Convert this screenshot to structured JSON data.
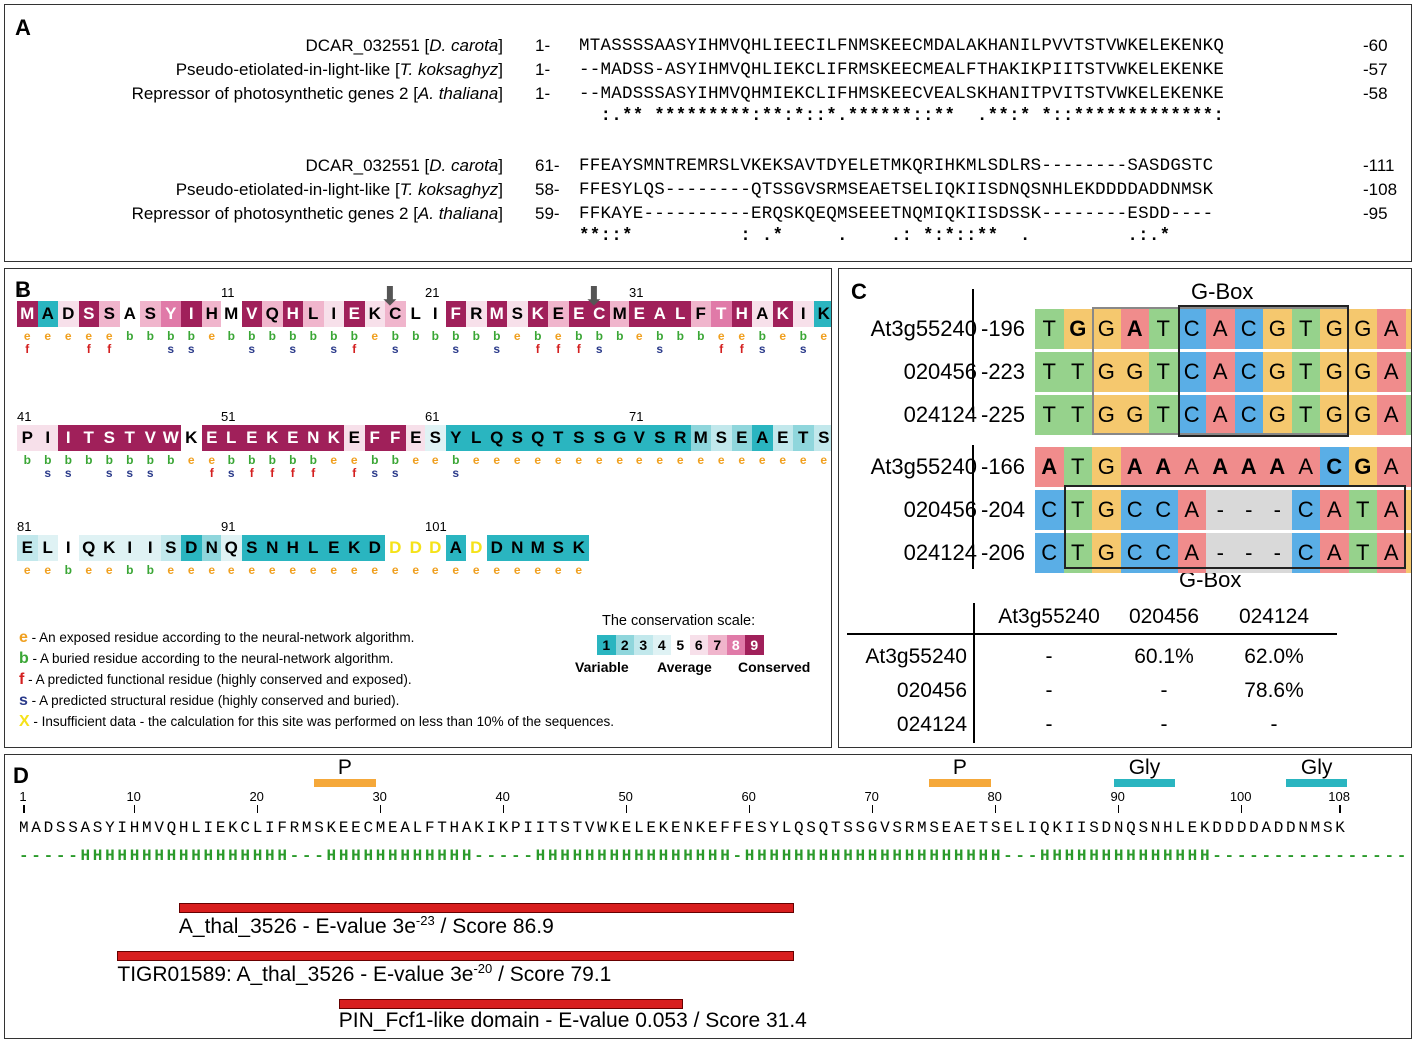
{
  "panelA": {
    "label": "A",
    "blocks": [
      {
        "rows": [
          {
            "name_pre": "DCAR_032551 [",
            "name_it": "D. carota",
            "name_post": "]",
            "start": "1-",
            "seq": "MTASSSSAASYIHMVQHLIEECILFNMSKEECMDALAKHANILPVVTSTVWKELEKENKQ",
            "end": "-60"
          },
          {
            "name_pre": "Pseudo-etiolated-in-light-like  [",
            "name_it": "T. koksaghyz",
            "name_post": "]",
            "start": "1-",
            "seq": "--MADSS-ASYIHMVQHLIEKCLIFRMSKEECMEALFTHAKIKPIITSTVWKELEKENKE",
            "end": "-57"
          },
          {
            "name_pre": "Repressor of photosynthetic genes 2 [",
            "name_it": "A. thaliana",
            "name_post": "]",
            "start": "1-",
            "seq": "--MADSSSASYIHMVQHMIEKCLIFHMSKEECVEALSKHANITPVITSTVWKELEKENKE",
            "end": "-58"
          }
        ],
        "cons": "  :.** *********:**:*::*.******::**  .**:* *::*************:"
      },
      {
        "rows": [
          {
            "name_pre": "DCAR_032551 [",
            "name_it": "D. carota",
            "name_post": "]",
            "start": "61-",
            "seq": "FFEAYSMNTREMRSLVKEKSAVTDYELETMKQRIHKMLSDLRS--------SASDGSTC",
            "end": "-111"
          },
          {
            "name_pre": "Pseudo-etiolated-in-light-like  [",
            "name_it": "T. koksaghyz",
            "name_post": "]",
            "start": "58-",
            "seq": "FFESYLQS--------QTSSGVSRMSEAETSELIQKIISDNQSNHLEKDDDDADDNMSK",
            "end": "-108"
          },
          {
            "name_pre": "Repressor of photosynthetic genes 2 [",
            "name_it": "A. thaliana",
            "name_post": "]",
            "start": "59-",
            "seq": "FFKAYE----------ERQSKQEQMSEEETNQMIQKIISDSSK--------ESDD----",
            "end": "-95"
          }
        ],
        "cons": "**::*          : .*     .    .: *:*::**  .         .:.*"
      }
    ]
  },
  "panelB": {
    "label": "B",
    "blocks": [
      {
        "num": "1",
        "res": "MADSSASYIH",
        "grade": [
          9,
          1,
          6,
          9,
          7,
          5,
          7,
          8,
          9,
          7
        ],
        "codes": "eeeeebbbb e",
        "sub": [
          "f",
          "",
          "",
          "f",
          "f",
          "",
          "",
          "s",
          "s",
          ""
        ]
      },
      {
        "num": "11",
        "res": "MVQHLIEKCL",
        "grade": [
          5,
          9,
          7,
          9,
          7,
          6,
          9,
          6,
          7,
          5
        ],
        "codes": "bbbbbbbebb",
        "sub": [
          "",
          "s",
          "",
          "s",
          "",
          "s",
          "f",
          "",
          "s",
          ""
        ]
      },
      {
        "num": "21",
        "res": "IFRMSKEECM",
        "grade": [
          5,
          9,
          6,
          9,
          6,
          9,
          7,
          9,
          9,
          7
        ],
        "codes": "bbbbebebbb",
        "sub": [
          "",
          "s",
          "",
          "s",
          "",
          "f",
          "f",
          "f",
          "s",
          ""
        ]
      },
      {
        "num": "31",
        "res": "EALFTHAKIK",
        "grade": [
          9,
          9,
          9,
          7,
          8,
          9,
          6,
          9,
          6,
          1
        ],
        "codes": "ebbbeebebe",
        "sub": [
          "",
          "s",
          "",
          "",
          "f",
          "f",
          "s",
          "",
          "s",
          ""
        ]
      },
      {
        "num": "41",
        "res": "PIITSTVWKE",
        "grade": [
          6,
          6,
          9,
          9,
          9,
          9,
          9,
          9,
          5,
          9
        ],
        "codes": "bbbbbbbbe e",
        "sub": [
          "",
          "s",
          "s",
          "",
          "s",
          "s",
          "s",
          "",
          "",
          "f"
        ]
      },
      {
        "num": "51",
        "res": "LEKENKEFFE",
        "grade": [
          9,
          9,
          9,
          9,
          9,
          9,
          6,
          9,
          9,
          6
        ],
        "codes": "bbbbbeebbe",
        "sub": [
          "s",
          "f",
          "f",
          "f",
          "f",
          "",
          "f",
          "s",
          "s",
          ""
        ]
      },
      {
        "num": "61",
        "res": "SYLQSQTSSG",
        "grade": [
          4,
          1,
          1,
          1,
          1,
          1,
          1,
          1,
          1,
          1
        ],
        "codes": "ebeeeeeeee",
        "sub": [
          "",
          "s",
          "",
          "",
          "",
          "",
          "",
          "",
          "",
          ""
        ]
      },
      {
        "num": "71",
        "res": "VSRMSEAETS",
        "grade": [
          1,
          1,
          1,
          2,
          3,
          2,
          1,
          3,
          2,
          3
        ],
        "codes": "eeeeeeeeee",
        "sub": [
          "",
          "",
          "",
          "",
          "",
          "",
          "",
          "",
          "",
          ""
        ]
      },
      {
        "num": "81",
        "res": "ELIQKIISDN",
        "grade": [
          3,
          4,
          5,
          4,
          4,
          4,
          4,
          3,
          1,
          2
        ],
        "codes": "eebeebbeee",
        "sub": [
          "",
          "",
          "",
          "",
          "",
          "",
          "",
          "",
          "",
          ""
        ]
      },
      {
        "num": "91",
        "res": "QSNHLEKDDD",
        "grade": [
          4,
          1,
          1,
          1,
          1,
          1,
          1,
          1,
          0,
          0
        ],
        "codes": "eeeeeeeeee",
        "sub": [
          "",
          "",
          "",
          "",
          "",
          "",
          "",
          "",
          "",
          ""
        ]
      },
      {
        "num": "101",
        "res": "DADDNMSK",
        "grade": [
          0,
          1,
          0,
          1,
          1,
          1,
          1,
          1
        ],
        "codes": "eeeeeeee",
        "sub": [
          "",
          "",
          "",
          "",
          "",
          "",
          "",
          ""
        ]
      }
    ],
    "legend": [
      {
        "key": "e",
        "color": "#f0a020",
        "text": " - An exposed residue according to the neural-network algorithm."
      },
      {
        "key": "b",
        "color": "#3aa635",
        "text": " - A buried residue according to the neural-network algorithm."
      },
      {
        "key": "f",
        "color": "#d42020",
        "text": " - A predicted functional residue (highly conserved and exposed)."
      },
      {
        "key": "s",
        "color": "#2a3a8a",
        "text": " - A predicted structural residue (highly conserved and buried)."
      },
      {
        "key": "X",
        "color": "#f5e21a",
        "text": " - Insufficient data - the calculation for this site was performed on less than 10% of the sequences."
      }
    ],
    "scale_title": "The conservation scale:",
    "scale_labels": [
      "Variable",
      "Average",
      "Conserved"
    ],
    "scale_digits": [
      "1",
      "2",
      "3",
      "4",
      "5",
      "6",
      "7",
      "8",
      "9"
    ],
    "colors": {
      "c1": "#2ab5c0",
      "c2": "#8fd6dc",
      "c3": "#c2e8ec",
      "c4": "#dff2f4",
      "c5": "#ffffff",
      "c6": "#f7e0ea",
      "c7": "#f0b5cc",
      "c8": "#e07aa8",
      "c9": "#a0205a",
      "insuf": "#f5e21a"
    }
  },
  "panelC": {
    "label": "C",
    "gbox_top": "G-Box",
    "gbox_bottom": "G-Box",
    "top_rows": [
      {
        "name": "At3g55240",
        "pos": "-196",
        "seq": "TGGATCACGTGGAG",
        "bold": [
          1,
          3,
          13
        ]
      },
      {
        "name": "020456",
        "pos": "-223",
        "seq": "TTGGTCACGTGGAT",
        "bold": []
      },
      {
        "name": "024124",
        "pos": "-225",
        "seq": "TTGGTCACGTGGAT",
        "bold": []
      }
    ],
    "bottom_rows": [
      {
        "name": "At3g55240",
        "pos": "-166",
        "seq": "ATGAAAAAAACGAAG",
        "bold": [
          0,
          3,
          4,
          6,
          7,
          8,
          10,
          11
        ]
      },
      {
        "name": "020456",
        "pos": "-204",
        "seq": "CTGCCA---CATAG",
        "bold": []
      },
      {
        "name": "024124",
        "pos": "-206",
        "seq": "CTGCCA---CATAG",
        "bold": []
      }
    ],
    "table": {
      "cols": [
        "At3g55240",
        "020456",
        "024124"
      ],
      "rows": [
        {
          "name": "At3g55240",
          "vals": [
            "-",
            "60.1%",
            "62.0%"
          ]
        },
        {
          "name": "020456",
          "vals": [
            "-",
            "-",
            "78.6%"
          ]
        },
        {
          "name": "024124",
          "vals": [
            "-",
            "-",
            "-"
          ]
        }
      ]
    },
    "nt_colors": {
      "A": "#f08c8c",
      "C": "#5aaee6",
      "G": "#f5c86e",
      "T": "#96d28c",
      "-": "#d9d9d9"
    }
  },
  "panelD": {
    "label": "D",
    "seq": "MADSSASYIHMVQHLIEKCLIFRMSKEECMEALFTHAKIKPIITSTVWKELEKENKEFFESYLQSQTSSGVSRMSEAETSELIQKIISDNQSNHLEKDDDDADDNMSK",
    "ss": "-----HHHHHHHHHHHHHHHHH---HHHHHHHHHHHH-----HHHHHHHHHHHHHHHH-HHHHHHHHHHHHHHHHHHHHH---HHHHHHHHHHHHHH-------------------------",
    "ticks": [
      "1",
      "10",
      "20",
      "30",
      "40",
      "50",
      "60",
      "70",
      "80",
      "90",
      "100",
      "108"
    ],
    "features": [
      {
        "label": "P",
        "start": 25,
        "end": 29,
        "color": "#f5a83a"
      },
      {
        "label": "P",
        "start": 75,
        "end": 79,
        "color": "#f5a83a"
      },
      {
        "label": "Gly",
        "start": 90,
        "end": 94,
        "color": "#2ab5c0"
      },
      {
        "label": "Gly",
        "start": 104,
        "end": 108,
        "color": "#2ab5c0"
      }
    ],
    "hits": [
      {
        "pre": "A_thal_3526 - E-value 3e",
        "sup": "-23",
        "post": " / Score 86.9",
        "start": 14,
        "end": 63
      },
      {
        "pre": "TIGR01589: A_thal_3526 - E-value 3e",
        "sup": "-20",
        "post": " / Score 79.1",
        "start": 9,
        "end": 63
      },
      {
        "pre": "PIN_Fcf1-like domain - E-value 0.053 / Score 31.4",
        "sup": "",
        "post": "",
        "start": 27,
        "end": 54
      }
    ],
    "hit_color": "#d81e1e"
  }
}
